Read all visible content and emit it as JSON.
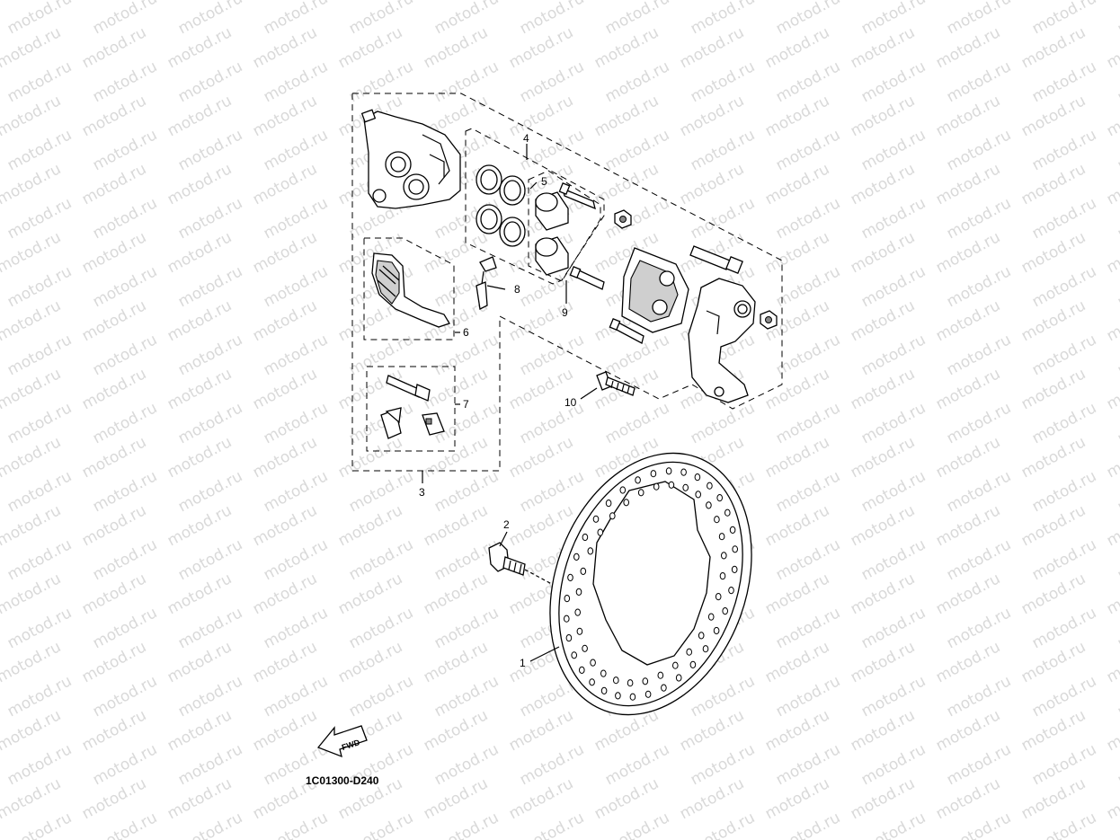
{
  "watermark": {
    "text": "motod.ru"
  },
  "diagram": {
    "code": "1C01300-D240",
    "direction_label": "FWD",
    "callouts": {
      "c1": "1",
      "c2": "2",
      "c3": "3",
      "c4": "4",
      "c5": "5",
      "c6": "6",
      "c7": "7",
      "c8": "8",
      "c9": "9",
      "c10": "10"
    }
  },
  "icons": {
    "fwd_arrow": "fwd-arrow-icon"
  }
}
